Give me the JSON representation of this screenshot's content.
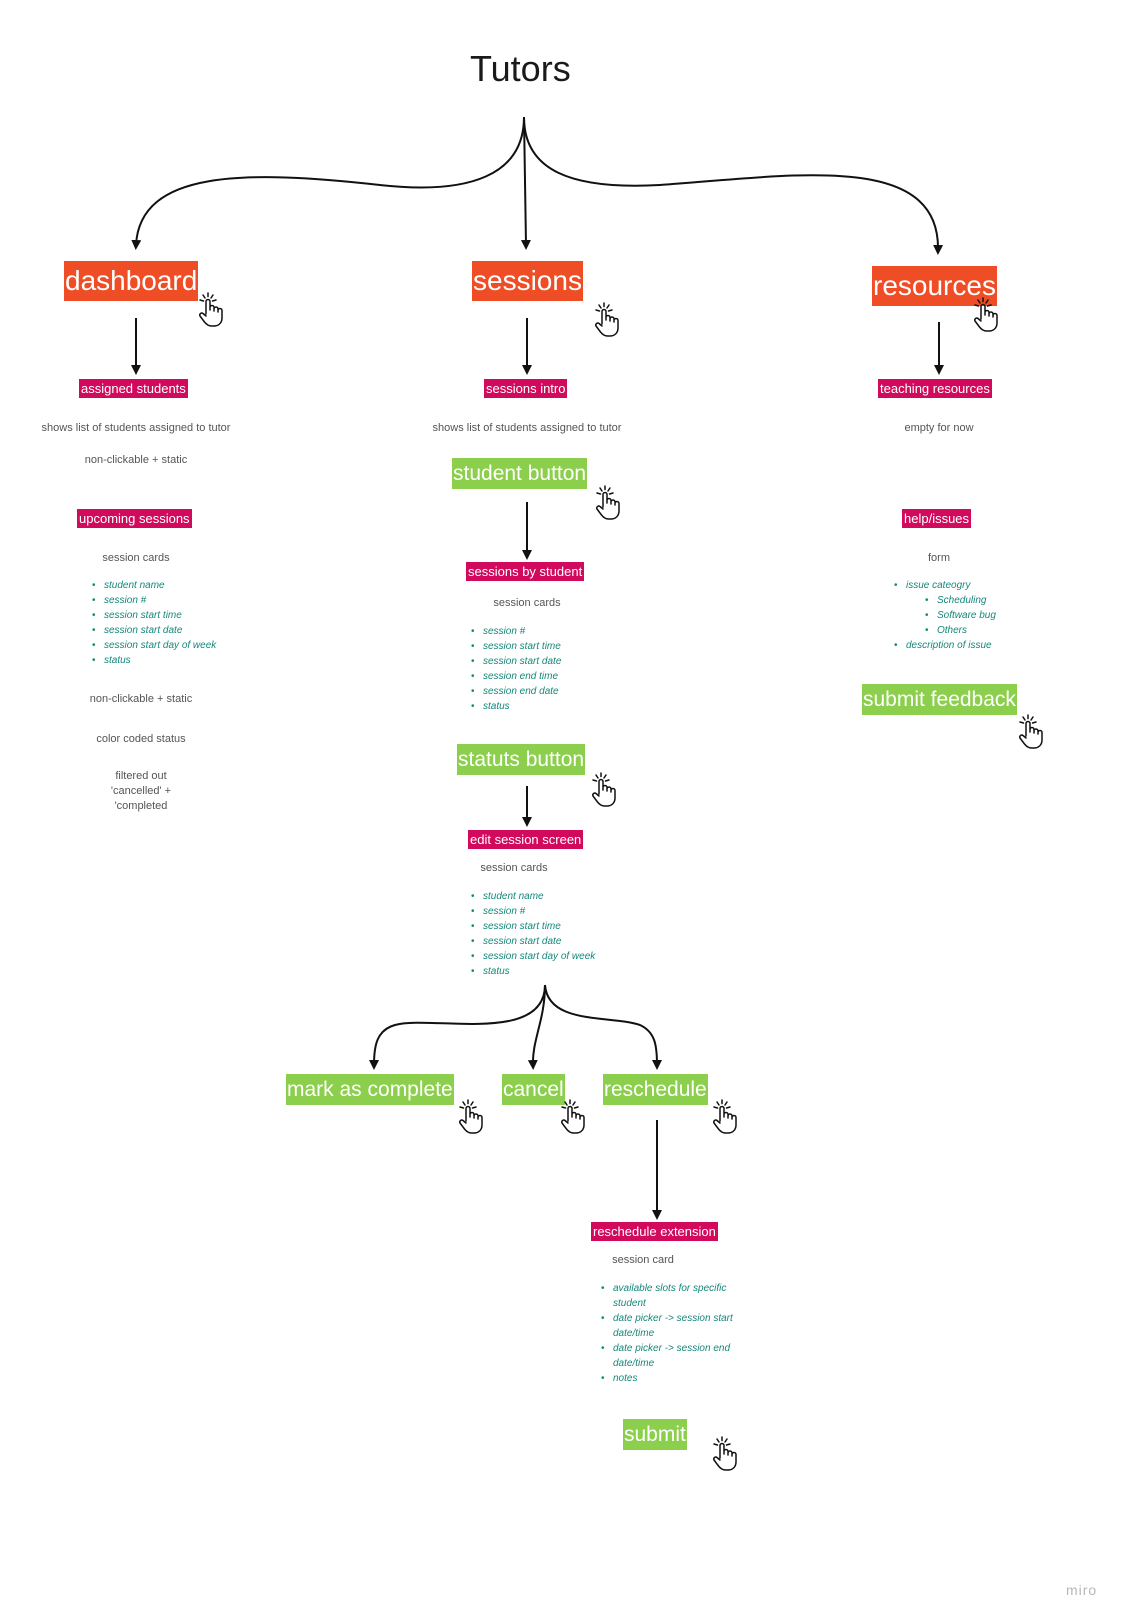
{
  "title": "Tutors",
  "watermark": "miro",
  "dashboard": {
    "label": "dashboard",
    "assigned_students": {
      "label": "assigned students",
      "note": "shows list of students assigned to tutor",
      "note2": "non-clickable + static"
    },
    "upcoming_sessions": {
      "label": "upcoming sessions",
      "note": "session cards",
      "items": [
        "student name",
        "session #",
        "session start time",
        "session start date",
        "session start day of week",
        "status"
      ],
      "note2": "non-clickable + static",
      "note3": "color coded status",
      "note4": "filtered out 'cancelled' + 'completed"
    }
  },
  "sessions": {
    "label": "sessions",
    "intro": {
      "label": "sessions intro",
      "note": "shows list of students assigned to tutor"
    },
    "student_button": "student button",
    "by_student": {
      "label": "sessions by student",
      "note": "session cards",
      "items": [
        "session #",
        "session start time",
        "session start date",
        "session end time",
        "session end date",
        "status"
      ]
    },
    "status_button": "statuts button",
    "edit_screen": {
      "label": "edit session screen",
      "note": "session cards",
      "items": [
        "student name",
        "session #",
        "session start time",
        "session start date",
        "session start day of week",
        "status"
      ]
    },
    "actions": {
      "mark_complete": "mark as complete",
      "cancel": "cancel",
      "reschedule": "reschedule"
    },
    "reschedule_extension": {
      "label": "reschedule extension",
      "note": "session card",
      "items": [
        "available slots for specific student",
        "date picker -> session start date/time",
        "date picker -> session end date/time",
        "notes"
      ],
      "submit": "submit"
    }
  },
  "resources": {
    "label": "resources",
    "teaching": {
      "label": "teaching resources",
      "note": "empty for now"
    },
    "help": {
      "label": "help/issues",
      "note": "form",
      "items": [
        "issue cateogry",
        "Scheduling",
        "Software bug",
        "Others",
        "description of issue"
      ],
      "submit": "submit feedback"
    }
  },
  "icons": {
    "pointer": "hand-pointer-click-icon"
  },
  "colors": {
    "orange": "#ee4d25",
    "green": "#8ccf4d",
    "pink": "#d10a5d",
    "teal": "#14887a"
  }
}
